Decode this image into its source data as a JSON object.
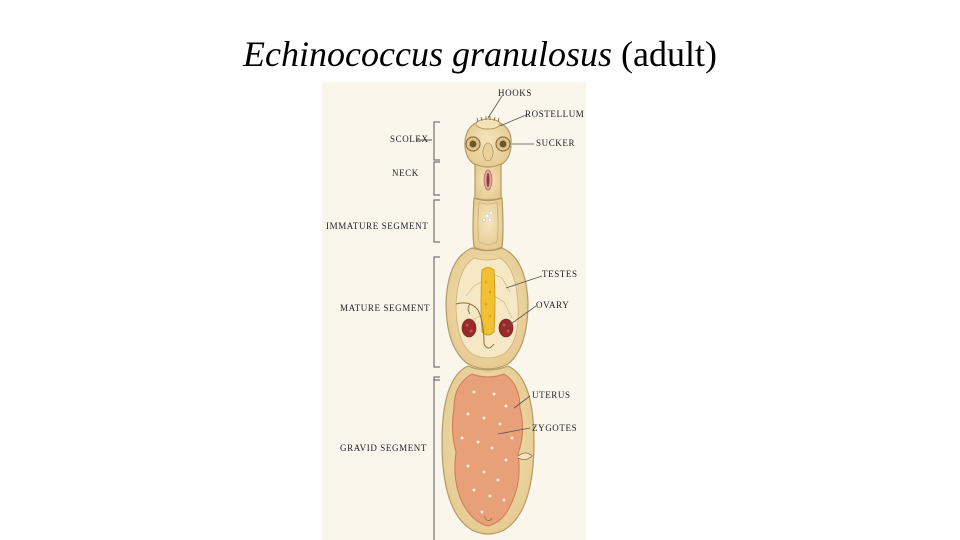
{
  "title": {
    "species": "Echinococcus granulosus",
    "qualifier": "(adult)"
  },
  "labels": {
    "hooks": "HOOKS",
    "rostellum": "ROSTELLUM",
    "sucker": "SUCKER",
    "scolex": "SCOLEX",
    "neck": "NECK",
    "immature_segment": "IMMATURE SEGMENT",
    "testes": "TESTES",
    "ovary": "OVARY",
    "mature_segment": "MATURE SEGMENT",
    "uterus": "UTERUS",
    "zygotes": "ZYGOTES",
    "gravid_segment": "GRAVID SEGMENT"
  },
  "colors": {
    "body_fill": "#f0dca8",
    "body_outline": "#b39a67",
    "background_panel": "#faf6ec",
    "uterus_fill": "#e8a078",
    "ovary_fill": "#9a2a2a",
    "testes_fill": "#f2c033"
  }
}
